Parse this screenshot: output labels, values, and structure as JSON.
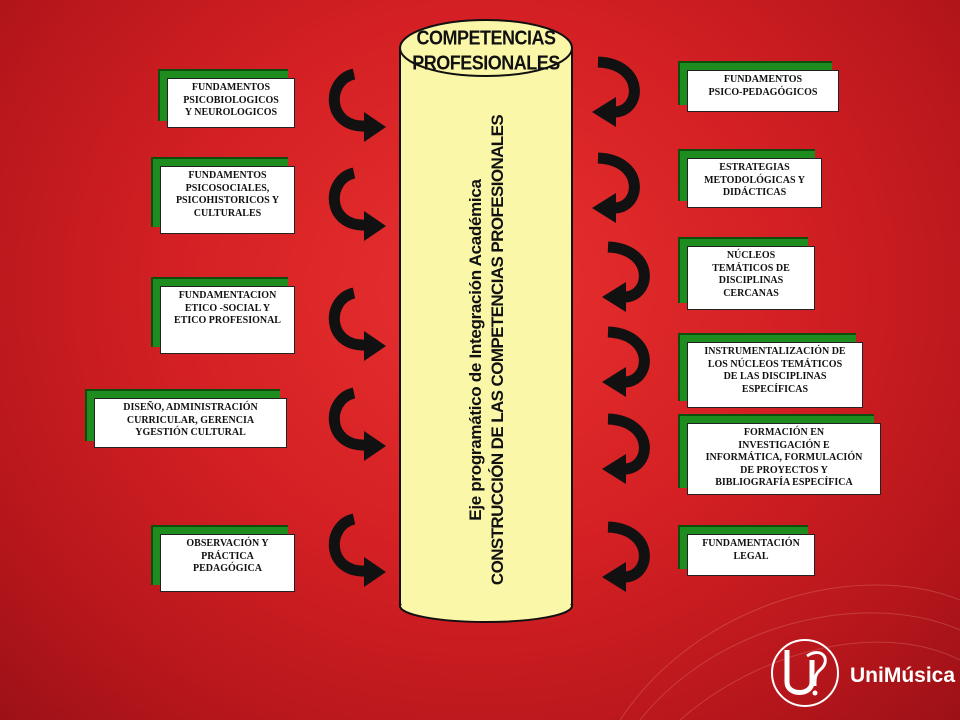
{
  "column": {
    "header_line1": "COMPETENCIAS",
    "header_line2": "PROFESIONALES",
    "vertical_line1": "Eje programático de Integración Académica",
    "vertical_line2": "CONSTRUCCIÓN DE LAS COMPETENCIAS PROFESIONALES"
  },
  "left_boxes": [
    "FUNDAMENTOS\nPSICOBIOLOGICOS\nY NEUROLOGICOS",
    "FUNDAMENTOS\nPSICOSOCIALES,\nPSICOHISTORICOS Y\nCULTURALES",
    "FUNDAMENTACION\nETICO -SOCIAL Y\nETICO PROFESIONAL",
    "DISEÑO, ADMINISTRACIÓN\nCURRICULAR, GERENCIA\nYGESTIÓN CULTURAL",
    "OBSERVACIÓN Y\nPRÁCTICA\nPEDAGÓGICA"
  ],
  "right_boxes": [
    "FUNDAMENTOS\nPSICO-PEDAGÓGICOS",
    "ESTRATEGIAS\nMETODOLÓGICAS Y\nDIDÁCTICAS",
    "NÚCLEOS\nTEMÁTICOS DE\nDISCIPLINAS\nCERCANAS",
    "INSTRUMENTALIZACIÓN DE\nLOS NÚCLEOS TEMÁTICOS\nDE LAS DISCIPLINAS\nESPECÍFICAS",
    "FORMACIÓN EN\nINVESTIGACIÓN E\nINFORMÁTICA, FORMULACIÓN\nDE PROYECTOS Y\nBIBLIOGRAFÍA ESPECÍFICA",
    "FUNDAMENTACIÓN\nLEGAL"
  ],
  "logo": {
    "text": "UniMúsica"
  },
  "colors": {
    "background": "#d42024",
    "cylinder": "#fbf7a8",
    "box_shadow": "#1f8c1f",
    "arrow": "#111111"
  }
}
